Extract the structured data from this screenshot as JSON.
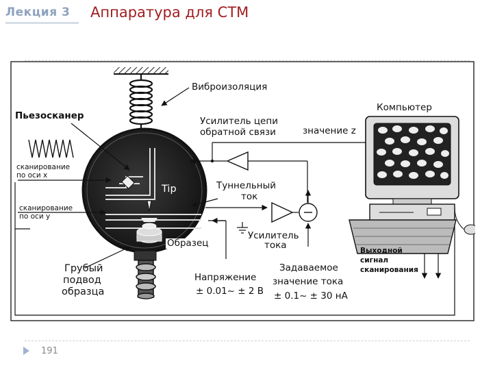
{
  "header": {
    "lecture": "Лекция 3",
    "title": "Аппаратура для СТМ"
  },
  "labels": {
    "vibro": "Виброизоляция",
    "piezo": "Пьезосканер",
    "feedback_amp_1": "Усилитель цепи",
    "feedback_amp_2": "обратной связи",
    "z_value": "значение z",
    "computer": "Компьютер",
    "scan_x_1": "сканирование",
    "scan_x_2": "по оси х",
    "scan_y_1": "сканирование",
    "scan_y_2": "по оси у",
    "tip": "Tip",
    "tunnel_1": "Туннельный",
    "tunnel_2": "ток",
    "current_amp_1": "Усилитель",
    "current_amp_2": "тока",
    "sample": "Образец",
    "coarse_1": "Грубый",
    "coarse_2": "подвод",
    "coarse_3": "образца",
    "voltage_1": "Напряжение",
    "voltage_2": "± 0.01~ ± 2 В",
    "setpoint_1": "Задаваемое",
    "setpoint_2": "значение тока",
    "setpoint_3": "± 0.1~ ± 30 нА",
    "output_1": "Выходной",
    "output_2": "сигнал",
    "output_3": "сканирования"
  },
  "footer": {
    "page_number": "191"
  }
}
